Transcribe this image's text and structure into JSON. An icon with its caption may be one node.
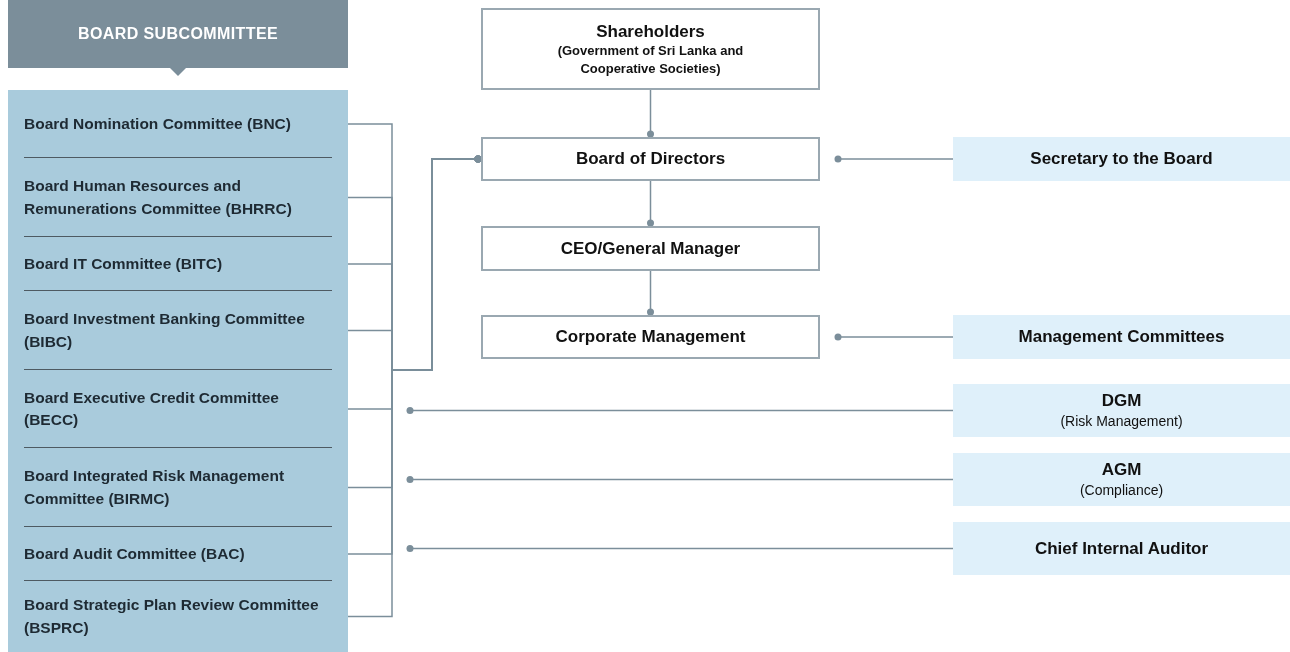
{
  "diagram": {
    "nodes": [
      {
        "text": [
          "BOARD SUBCOMMITTEE"
        ]
      },
      {
        "text": [
          "Board Nomination Committee (BNC)"
        ]
      },
      {
        "text": [
          "Board Human Resources and Remunerations Committee (BHRRC)"
        ]
      },
      {
        "text": [
          "Board IT Committee (BITC)"
        ]
      },
      {
        "text": [
          "Board Investment Banking Committee (BIBC)"
        ]
      },
      {
        "text": [
          "Board Executive Credit Committee (BECC)"
        ]
      },
      {
        "text": [
          "Board Integrated Risk Management Committee (BIRMC)"
        ]
      },
      {
        "text": [
          "Board Audit Committee (BAC)"
        ]
      },
      {
        "text": [
          "Board Strategic Plan Review Committee (BSPRC)"
        ]
      },
      {
        "text": [
          "Shareholders",
          "(Government of Sri Lanka and Cooperative Societies)"
        ]
      },
      {
        "text": [
          "Board of Directors"
        ]
      },
      {
        "text": [
          "CEO/General Manager"
        ]
      },
      {
        "text": [
          "Corporate Management"
        ]
      },
      {
        "text": [
          "Secretary to the Board"
        ]
      },
      {
        "text": [
          "Management Committees"
        ]
      },
      {
        "text": [
          "DGM",
          "(Risk Management)"
        ]
      },
      {
        "text": [
          "AGM",
          "(Compliance)"
        ]
      },
      {
        "text": [
          "Chief Internal Auditor"
        ]
      }
    ],
    "edges": [
      {
        "from": 1,
        "to": 10,
        "arrow": "other"
      },
      {
        "from": 2,
        "to": 10,
        "arrow": "other"
      },
      {
        "from": 3,
        "to": 10,
        "arrow": "other"
      },
      {
        "from": 4,
        "to": 10,
        "arrow": "other"
      },
      {
        "from": 5,
        "to": 10,
        "arrow": "other"
      },
      {
        "from": 6,
        "to": 10,
        "arrow": "other"
      },
      {
        "from": 7,
        "to": 10,
        "arrow": "other"
      },
      {
        "from": 8,
        "to": 10,
        "arrow": "other"
      },
      {
        "from": 9,
        "to": 10,
        "arrow": "other"
      },
      {
        "from": 10,
        "to": 11,
        "arrow": "other"
      },
      {
        "from": 11,
        "to": 12,
        "arrow": "other"
      },
      {
        "from": 13,
        "to": 10,
        "arrow": "other"
      },
      {
        "from": 14,
        "to": 12,
        "arrow": "other"
      },
      {
        "from": 15,
        "to": null,
        "arrow": "other"
      },
      {
        "from": 16,
        "to": null,
        "arrow": "other"
      },
      {
        "from": 17,
        "to": null,
        "arrow": "other"
      }
    ]
  }
}
